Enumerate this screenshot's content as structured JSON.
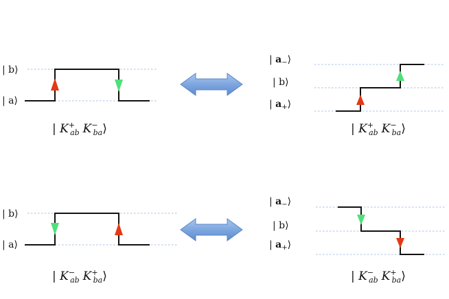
{
  "colors": {
    "red_marker": "#e23a14",
    "green_marker": "#4fe07a",
    "level_line": "#a8bfe0",
    "exchange_arrow": "#6f9ddc"
  },
  "levels": {
    "b": "| b⟩",
    "a": "| a⟩",
    "a_minus": "| a₋⟩",
    "a_plus": "| a₊⟩"
  },
  "captions": {
    "top_left": "| K⁺ₐᵦ K⁻ᵦₐ⟩",
    "top_right": "| K⁺ₐᵦ K⁻ᵦₐ⟩",
    "bottom_left": "| K⁻ₐᵦ K⁺ᵦₐ⟩",
    "bottom_right": "| K⁻ₐᵦ K⁺ᵦₐ⟩"
  },
  "caption_parts": {
    "top": {
      "k1_sup": "+",
      "k1_sub": "ab",
      "k2_sup": "−",
      "k2_sub": "ba"
    },
    "bottom": {
      "k1_sup": "−",
      "k1_sub": "ab",
      "k2_sup": "+",
      "k2_sub": "ba"
    }
  },
  "icons": {
    "exchange": "double-arrow-icon",
    "up_marker": "up-triangle-icon",
    "down_marker": "down-triangle-icon"
  }
}
